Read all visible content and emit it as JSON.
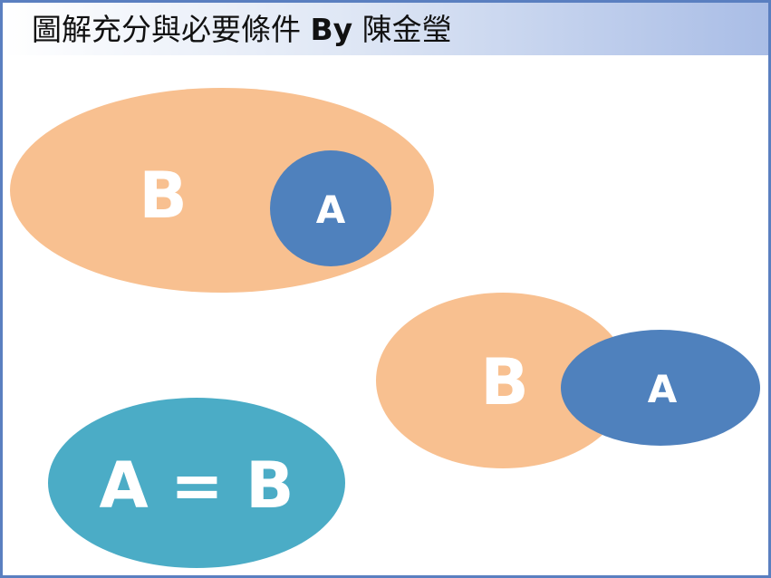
{
  "title": {
    "main": "圖解充分與必要條件",
    "by": "By",
    "author": "陳金瑩"
  },
  "diagram_subset": {
    "outer_label": "B",
    "inner_label": "A",
    "outer_color": "#f8c090",
    "inner_color": "#4f81bd"
  },
  "diagram_overlap": {
    "left_label": "B",
    "right_label": "A",
    "left_color": "#f8c090",
    "right_color": "#4f81bd"
  },
  "diagram_equal": {
    "label": "A = B",
    "color": "#4bacc6"
  },
  "colors": {
    "border": "#5a7fc0",
    "title_gradient_end": "#a9bde6"
  }
}
